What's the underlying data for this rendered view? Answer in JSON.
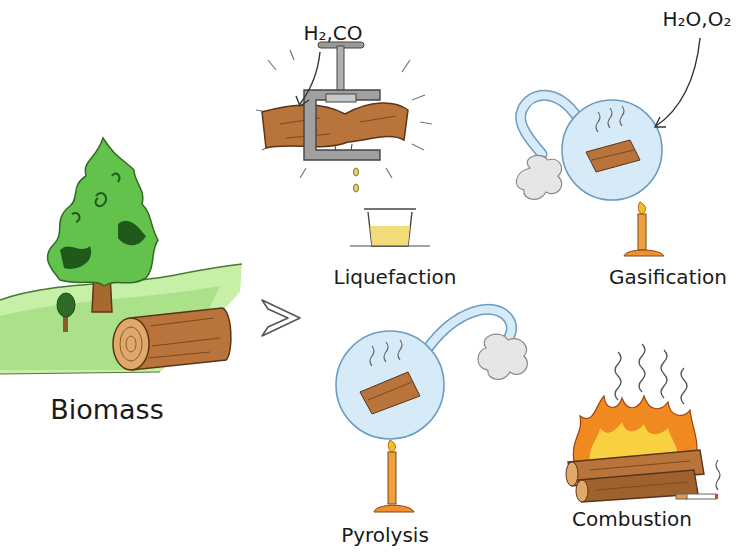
{
  "diagram": {
    "labels": [
      "H₂,CO",
      "Liquefaction",
      "H₂O,O₂",
      "Gasification",
      "Biomass",
      "Pyrolysis",
      "Combustion"
    ]
  }
}
